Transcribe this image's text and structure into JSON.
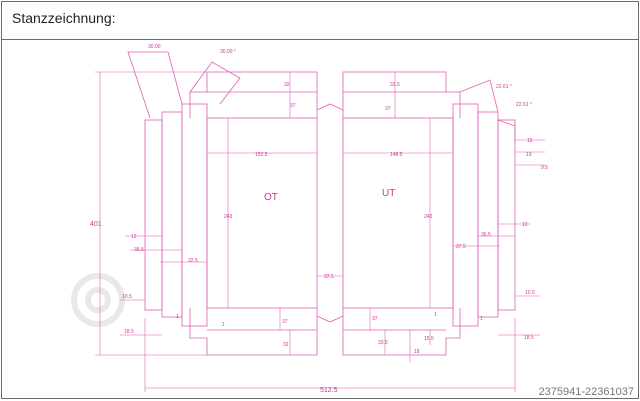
{
  "header": {
    "title": "Stanzzeichnung:"
  },
  "drawing": {
    "panel_left_label": "OT",
    "panel_right_label": "UT",
    "dims": {
      "angle_top_left": "30.00",
      "angle_top_mid": "30.00 °",
      "angle_right_1": "22.61 °",
      "angle_right_2": "22.61 °",
      "total_height": "401",
      "total_width": "512.5",
      "inner_width_left": "152.5",
      "inner_width_right": "148.5",
      "inner_height_left": "243",
      "inner_height_right": "240",
      "gap_center": "37.5",
      "left_12": "12",
      "left_36_5": "36.5",
      "left_32_5": "32.5",
      "right_37_5": "37.5",
      "right_36_5": "36.5",
      "right_12": "12",
      "top_32": "32",
      "top_37": "37",
      "top_33_5": "33.5",
      "top_37_right": "37",
      "right_15": "15",
      "right_19": "19",
      "right_9_5": "9.5",
      "bot_10_5_left": "10.5",
      "bot_18_5_left": "18.5",
      "bot_1_left": "1",
      "bot_1_mid": "1",
      "bot_37_left": "37",
      "bot_32": "32",
      "bot_37_right": "37",
      "bot_1_right": "1",
      "bot_1_right2": "1",
      "bot_33_5": "33.5",
      "bot_15_5": "15.5",
      "bot_18": "18",
      "bot_10_5_right": "10.5",
      "bot_18_5_right": "18.5"
    }
  },
  "footer": {
    "watermark": "2375941-22361037"
  },
  "colors": {
    "line": "#e05fb4",
    "text": "#d0349a",
    "frame": "#6b6b6b"
  }
}
